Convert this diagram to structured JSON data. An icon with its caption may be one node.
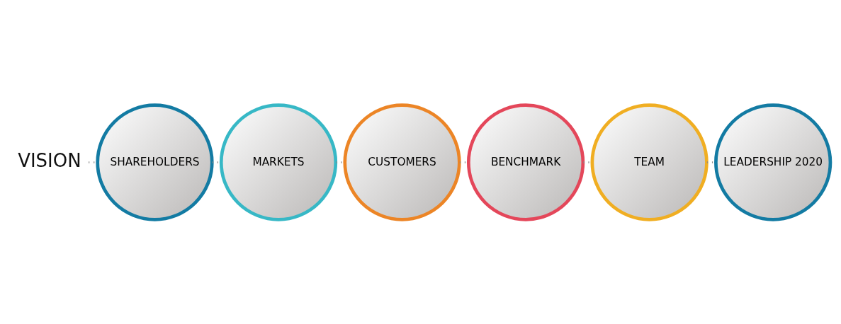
{
  "diagram": {
    "nodes": [
      {
        "text": [
          "VISION"
        ]
      },
      {
        "text": [
          "SHAREHOLDERS"
        ]
      },
      {
        "text": [
          "MARKETS"
        ]
      },
      {
        "text": [
          "CUSTOMERS"
        ]
      },
      {
        "text": [
          "BENCHMARK"
        ]
      },
      {
        "text": [
          "TEAM"
        ]
      },
      {
        "text": [
          "LEADERSHIP 2020"
        ]
      }
    ],
    "edges": [
      {
        "from": 0,
        "to": 1,
        "arrow": "none",
        "style": "dashed"
      },
      {
        "from": 1,
        "to": 2,
        "arrow": "none",
        "style": "dashed"
      },
      {
        "from": 2,
        "to": 3,
        "arrow": "none",
        "style": "dashed"
      },
      {
        "from": 3,
        "to": 4,
        "arrow": "none",
        "style": "dashed"
      },
      {
        "from": 4,
        "to": 5,
        "arrow": "none",
        "style": "dashed"
      },
      {
        "from": 5,
        "to": 6,
        "arrow": "none",
        "style": "dashed"
      }
    ]
  }
}
